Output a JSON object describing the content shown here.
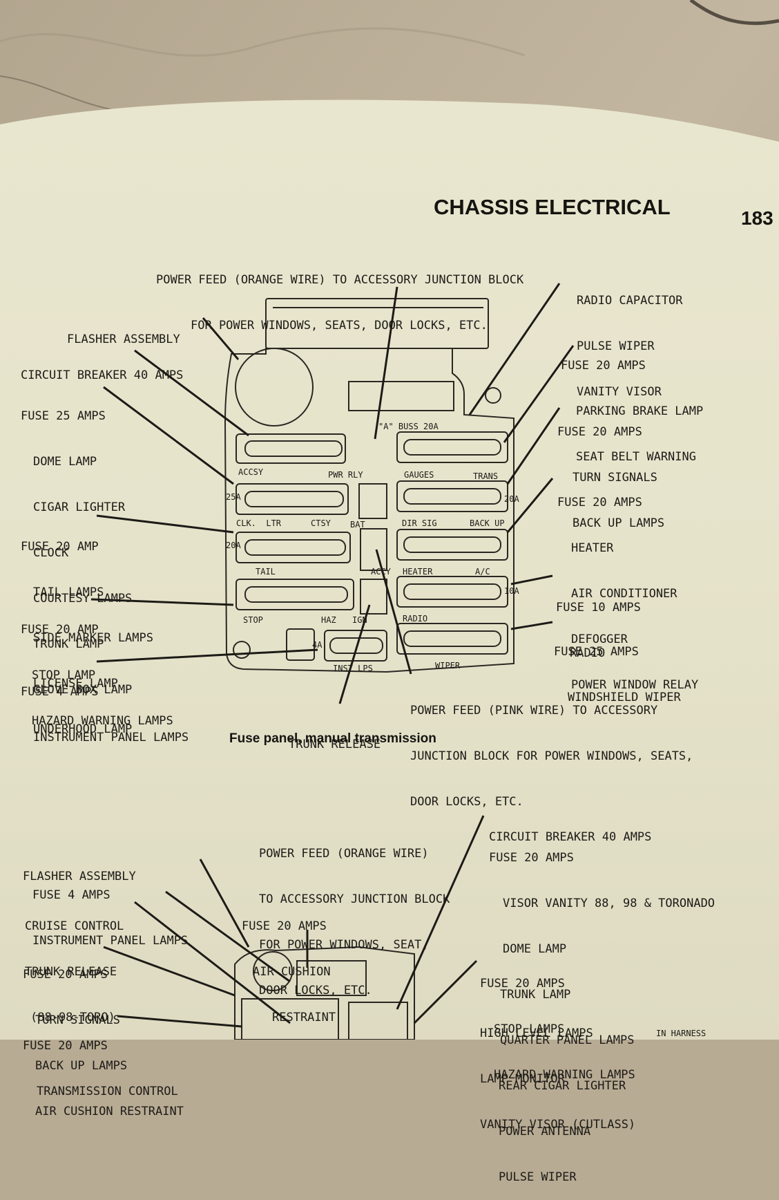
{
  "page": {
    "header": "CHASSIS ELECTRICAL",
    "page_number": "183",
    "caption": "Fuse panel, manual transmission"
  },
  "diagram1": {
    "callouts": {
      "power_feed_orange": [
        "POWER FEED (ORANGE WIRE) TO ACCESSORY JUNCTION BLOCK",
        "FOR POWER WINDOWS, SEATS, DOOR LOCKS, ETC."
      ],
      "radio_capacitor": [
        "RADIO CAPACITOR",
        "PULSE WIPER",
        "VANITY VISOR"
      ],
      "flasher_assembly": [
        "FLASHER ASSEMBLY"
      ],
      "circuit_breaker": [
        "CIRCUIT BREAKER 40 AMPS"
      ],
      "fuse_25_dome": [
        "FUSE 25 AMPS",
        "DOME LAMP",
        "CIGAR LIGHTER",
        "CLOCK",
        "COURTESY LAMPS",
        "TRUNK LAMP",
        "GLOVE BOX LAMP"
      ],
      "fuse_20_tail": [
        "FUSE 20 AMP",
        "TAIL LAMPS",
        "SIDE MARKER LAMPS",
        "LICENSE LAMP",
        "UNDERHOOD LAMP"
      ],
      "fuse_20_stop": [
        "FUSE 20 AMP",
        "STOP LAMP",
        "HAZARD WARNING LAMPS"
      ],
      "fuse_4_inst": [
        "FUSE 4 AMPS",
        "INSTRUMENT PANEL LAMPS"
      ],
      "trunk_release": [
        "TRUNK RELEASE"
      ],
      "power_feed_pink": [
        "POWER FEED (PINK WIRE) TO ACCESSORY",
        "JUNCTION BLOCK FOR POWER WINDOWS, SEATS,",
        "DOOR LOCKS, ETC."
      ],
      "fuse_20_parking": [
        "FUSE 20 AMPS",
        "PARKING BRAKE LAMP",
        "SEAT BELT WARNING"
      ],
      "fuse_20_turn": [
        "FUSE 20 AMPS",
        "TURN SIGNALS",
        "BACK UP LAMPS"
      ],
      "fuse_20_heater": [
        "FUSE 20 AMPS",
        "HEATER",
        "AIR CONDITIONER",
        "DEFOGGER",
        "POWER WINDOW RELAY"
      ],
      "fuse_10_radio": [
        "FUSE 10 AMPS",
        "RADIO"
      ],
      "fuse_25_wiper": [
        "FUSE 25 AMPS",
        "WINDSHIELD WIPER"
      ]
    },
    "panel_labels": {
      "a_buss": "\"A\" BUSS 20A",
      "accsy": "ACCSY",
      "pwr_rly": "PWR RLY",
      "gauges": "GAUGES",
      "trans": "TRANS",
      "clk_ltr": "CLK.  LTR",
      "ctsy": "CTSY",
      "bat": "BAT",
      "dir_sig": "DIR SIG",
      "back_up": "BACK UP",
      "tail": "TAIL",
      "accy": "ACCY",
      "heater": "HEATER",
      "ac": "A/C",
      "stop": "STOP",
      "haz": "HAZ",
      "ign": "IGN",
      "radio": "RADIO",
      "inst_lps": "INST LPS",
      "wiper": "WIPER",
      "amp_25a": "25A",
      "amp_20a": "20A",
      "amp_10a": "10A",
      "amp_4a": "4A"
    }
  },
  "diagram2": {
    "callouts": {
      "power_feed_orange": [
        "POWER FEED (ORANGE WIRE)",
        "TO ACCESSORY JUNCTION BLOCK",
        "FOR POWER WINDOWS, SEAT,",
        "DOOR LOCKS, ETC."
      ],
      "circuit_breaker": [
        "CIRCUIT BREAKER 40 AMPS"
      ],
      "fuse_20_visor": [
        "FUSE 20 AMPS",
        "VISOR VANITY 88, 98 & TORONADO",
        "DOME LAMP",
        "TRUNK LAMP",
        "QUARTER PANEL LAMPS",
        "REAR CIGAR LIGHTER",
        "POWER ANTENNA",
        "PULSE WIPER"
      ],
      "flasher_assembly": [
        "FLASHER ASSEMBLY"
      ],
      "fuse_4_inst": [
        "FUSE 4 AMPS",
        "INSTRUMENT PANEL LAMPS"
      ],
      "cruise_control": [
        "CRUISE CONTROL",
        "TRUNK RELEASE",
        "(88-98-TORO)"
      ],
      "fuse_20_air_cushion": [
        "FUSE 20 AMPS",
        "AIR CUSHION",
        "RESTRAINT"
      ],
      "fuse_20_turn": [
        "FUSE 20 AMPS",
        "TURN SIGNALS",
        "BACK UP LAMPS",
        "AIR CUSHION RESTRAINT"
      ],
      "fuse_20_stop": [
        "FUSE 20 AMPS",
        "STOP LAMPS",
        "HAZARD WARNING LAMPS"
      ],
      "fuse_20_trans": [
        "FUSE 20 AMPS",
        "TRANSMISSION CONTROL"
      ],
      "high_level": [
        "HIGH LEVEL LAMPS",
        "LAMP MONITOR",
        "VANITY VISOR (CUTLASS)"
      ],
      "in_harness": "IN HARNESS"
    }
  }
}
